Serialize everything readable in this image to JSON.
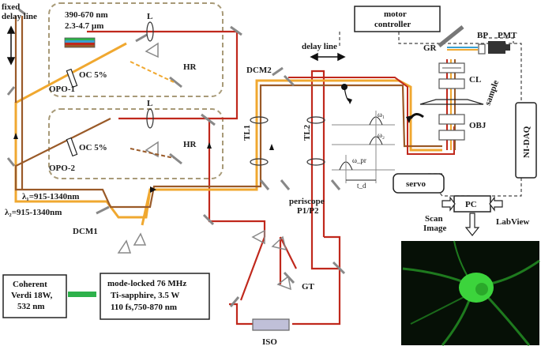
{
  "colors": {
    "red_beam": "#c0281c",
    "orange_beam": "#f0a830",
    "brown_beam": "#9a5a28",
    "green_beam": "#2db14b",
    "dashed_box": "#a89a78",
    "neuron_green": "#3cd43c"
  },
  "labels": {
    "fixed_delay_1": "fixed",
    "fixed_delay_2": "delay line",
    "opo_range_1": "390-670 nm",
    "opo_range_2": "2.3-4.7 µm",
    "lens_L1": "L",
    "lens_L2": "L",
    "oc1": "OC 5%",
    "oc2": "OC 5%",
    "hr1": "HR",
    "hr2": "HR",
    "opo1": "OPO-1",
    "opo2": "OPO-2",
    "lambda1": "λ₁=915-1340nm",
    "lambda2": "λ₂=915-1340nm",
    "dcm1": "DCM1",
    "dcm2": "DCM2",
    "tl1": "TL1",
    "tl2": "TL2",
    "delay_line": "delay line",
    "periscope_1": "periscope",
    "periscope_2": "P1/P2",
    "omega1": "ω₁",
    "omega2": "ω₂",
    "omega_pr": "ω_pr",
    "td": "t_d",
    "gr": "GR",
    "bp": "BP",
    "pmt": "PMT",
    "cl": "CL",
    "obj": "OBJ",
    "sample": "sample",
    "ni_daq": "NI-DAQ",
    "servo": "servo",
    "pc": "PC",
    "scan_1": "Scan",
    "scan_2": "Image",
    "labview": "LabView",
    "gt": "GT",
    "iso": "ISO"
  },
  "boxes": {
    "motor_controller_1": "motor",
    "motor_controller_2": "controller",
    "verdi_1": "Coherent",
    "verdi_2": "Verdi 18W,",
    "verdi_3": "532 nm",
    "tisa_1": "mode-locked 76 MHz",
    "tisa_2": "Ti-sapphire, 3.5 W",
    "tisa_3": "110 fs,750-870 nm"
  }
}
